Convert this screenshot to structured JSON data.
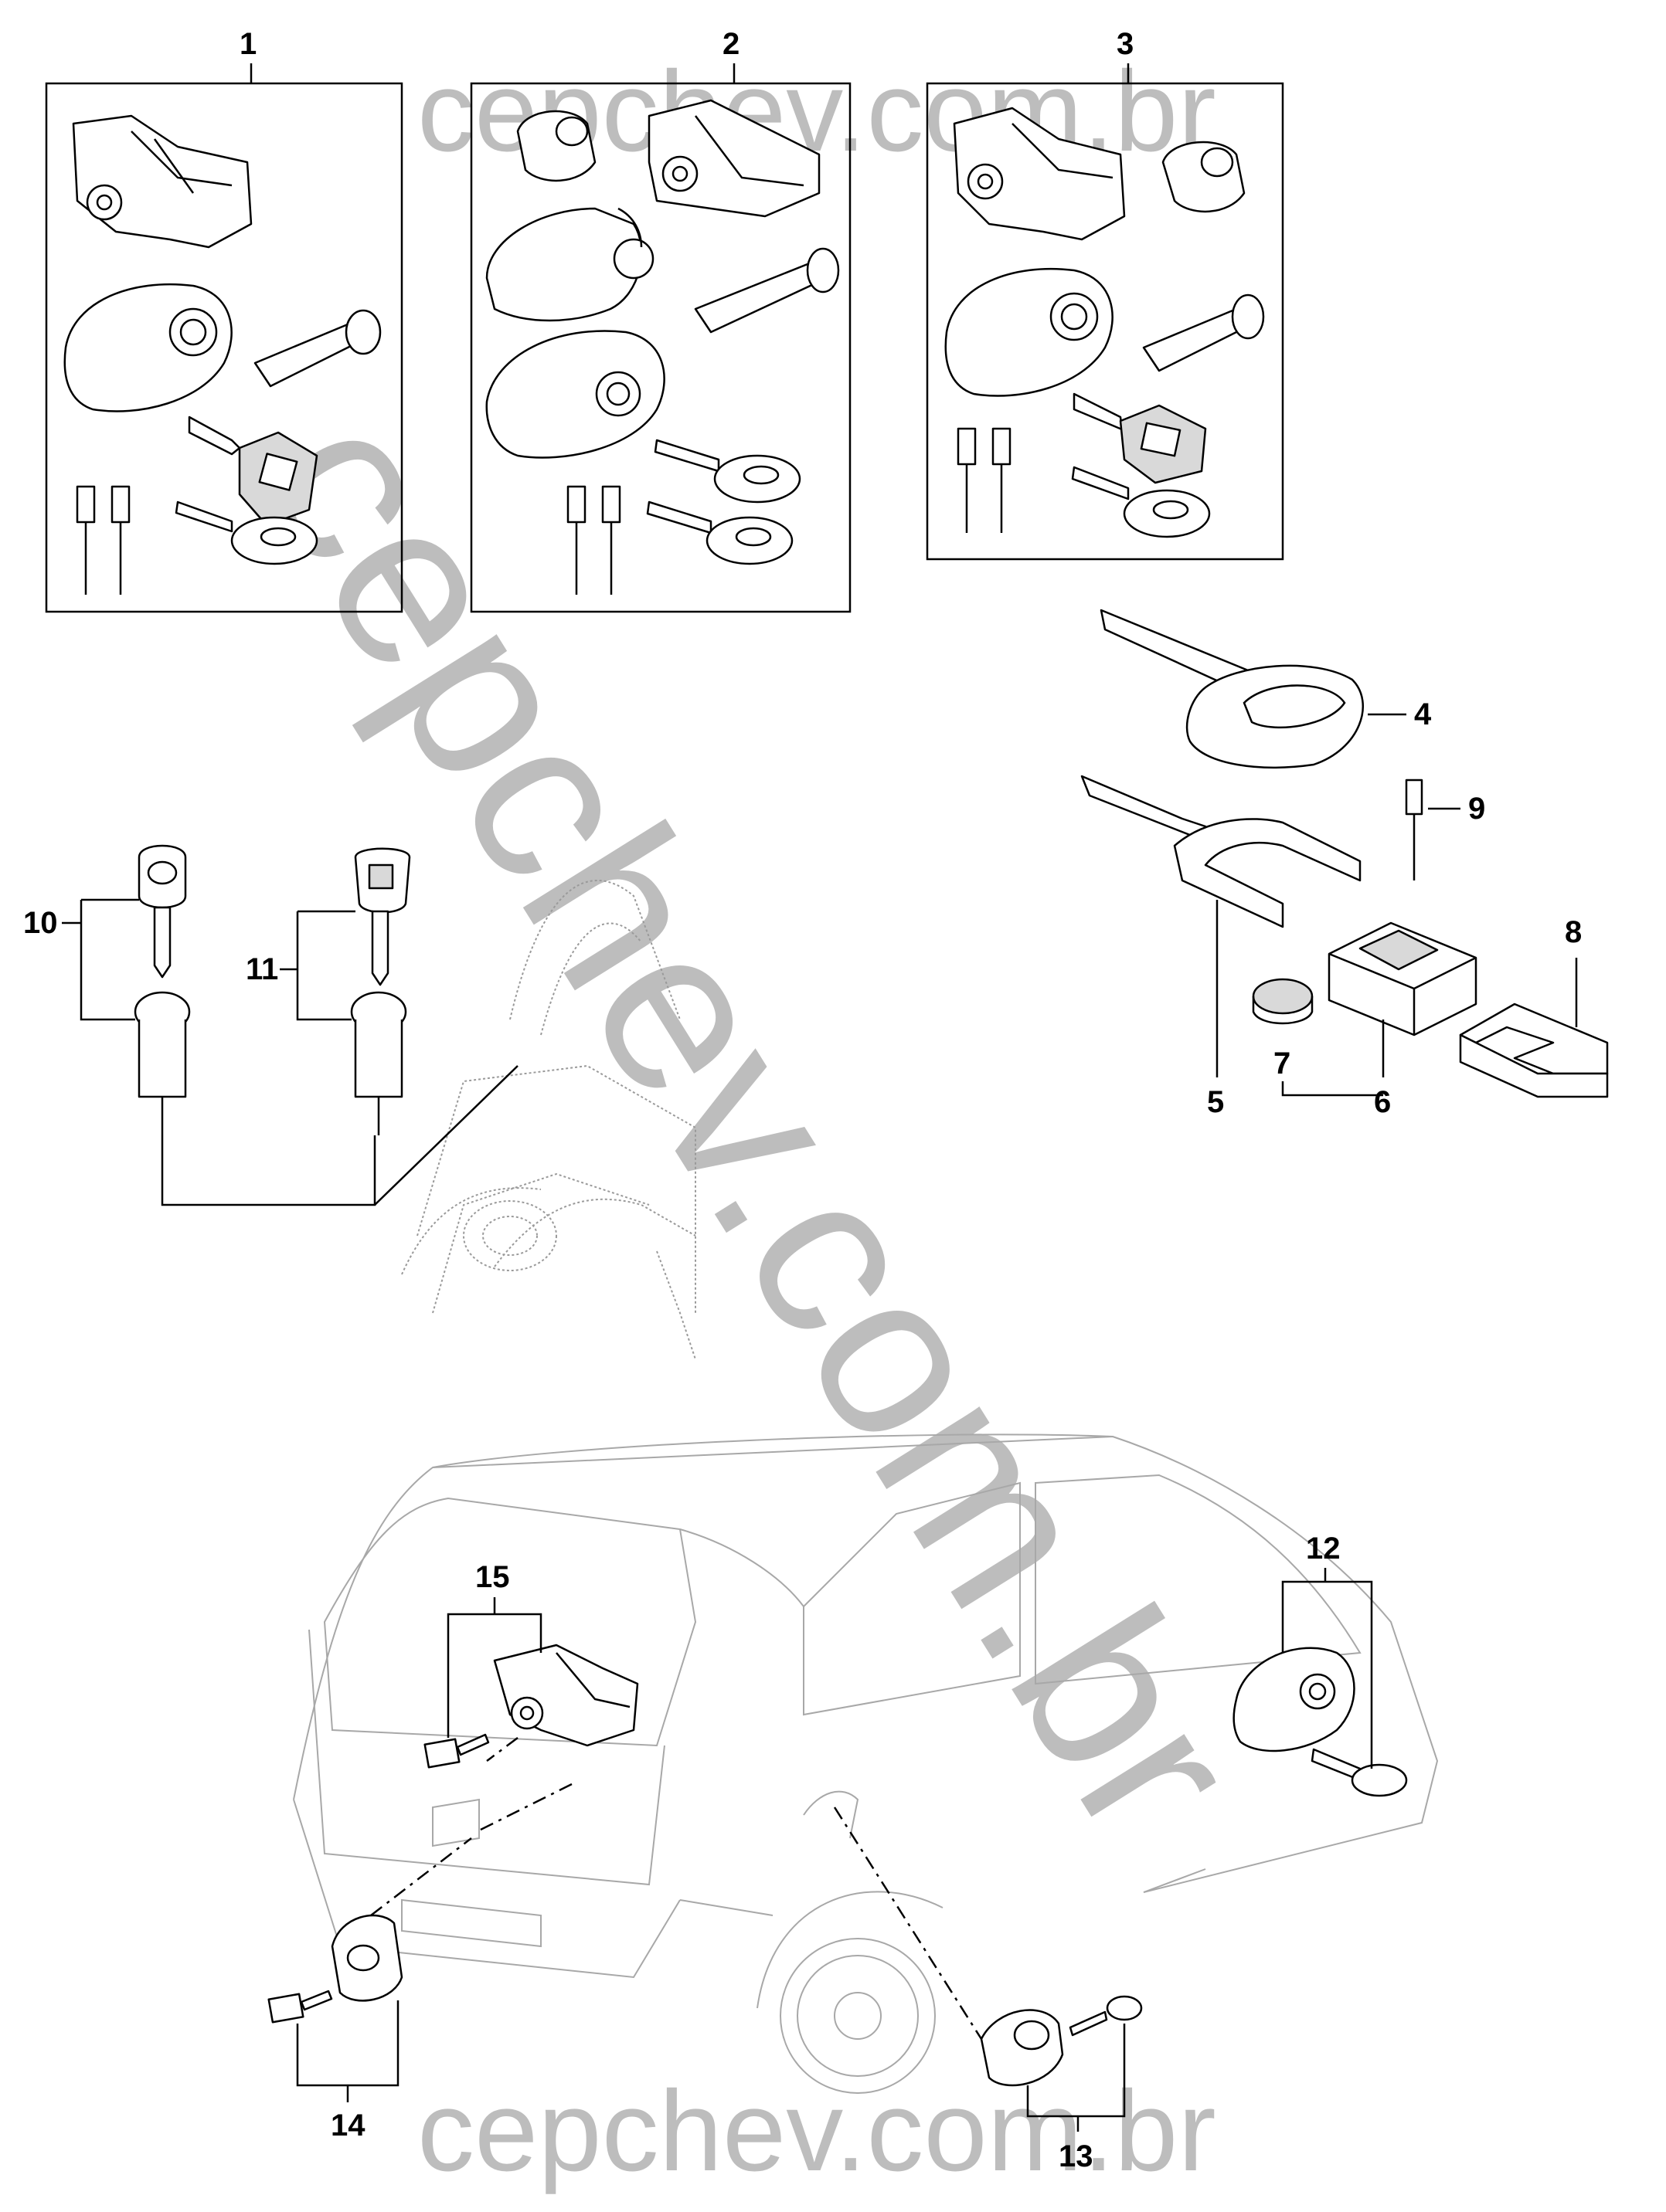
{
  "callouts": {
    "c1": "1",
    "c2": "2",
    "c3": "3",
    "c4": "4",
    "c5": "5",
    "c6": "6",
    "c7": "7",
    "c8": "8",
    "c9": "9",
    "c10": "10",
    "c11": "11",
    "c12": "12",
    "c13": "13",
    "c14": "14",
    "c15": "15"
  },
  "watermarks": {
    "top": "cepchev.com.br",
    "diagonal": "cepchev.com.br",
    "bottom": "cepchev.com.br"
  },
  "colors": {
    "line": "#000000",
    "watermark": "#bdbdbd",
    "ghost_vehicle": "#9a9a9a",
    "background": "#ffffff"
  }
}
